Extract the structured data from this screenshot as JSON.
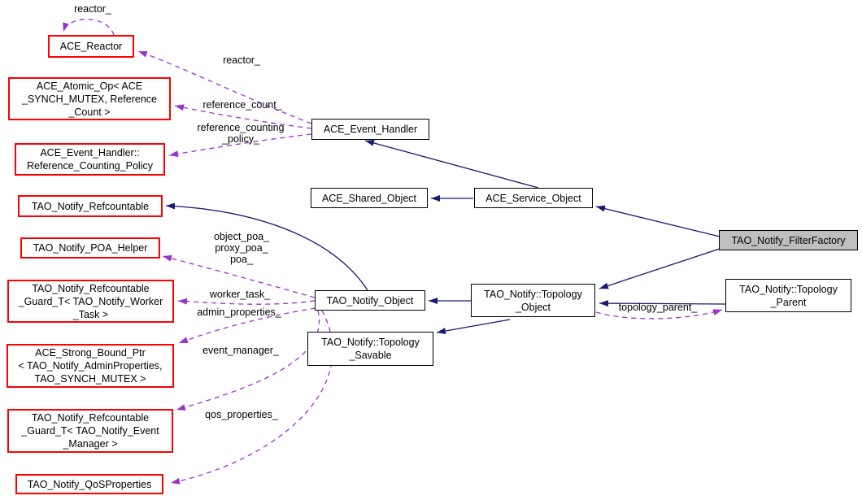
{
  "diagram": {
    "kind": "collaboration-graph",
    "focus_node": "TAO_Notify_FilterFactory"
  },
  "colors": {
    "inheritance-edge": "#191970",
    "usage-edge": "#9a32cd",
    "external-node-border": "#ff0000",
    "node-border": "#000000",
    "focus-node-fill": "#bfbfbf",
    "node-fill": "#ffffff",
    "background": "#ffffff",
    "text": "#000000"
  },
  "nodes": {
    "ace_reactor": {
      "label": "ACE_Reactor"
    },
    "ace_atomic_op": {
      "label": "ACE_Atomic_Op< ACE\n_SYNCH_MUTEX, Reference\n_Count >"
    },
    "ace_event_handler_policy": {
      "label": "ACE_Event_Handler::\nReference_Counting_Policy"
    },
    "tao_notify_refcountable": {
      "label": "TAO_Notify_Refcountable"
    },
    "tao_notify_poa_helper": {
      "label": "TAO_Notify_POA_Helper"
    },
    "worker_task_guard": {
      "label": "TAO_Notify_Refcountable\n_Guard_T< TAO_Notify_Worker\n_Task >"
    },
    "admin_properties_ptr": {
      "label": "ACE_Strong_Bound_Ptr\n< TAO_Notify_AdminProperties,\nTAO_SYNCH_MUTEX >"
    },
    "event_manager_guard": {
      "label": "TAO_Notify_Refcountable\n_Guard_T< TAO_Notify_Event\n_Manager >"
    },
    "tao_notify_qos_properties": {
      "label": "TAO_Notify_QoSProperties"
    },
    "ace_event_handler": {
      "label": "ACE_Event_Handler"
    },
    "ace_shared_object": {
      "label": "ACE_Shared_Object"
    },
    "ace_service_object": {
      "label": "ACE_Service_Object"
    },
    "tao_notify_filter_factory": {
      "label": "TAO_Notify_FilterFactory"
    },
    "tao_notify_object": {
      "label": "TAO_Notify_Object"
    },
    "topology_object": {
      "label": "TAO_Notify::Topology\n_Object"
    },
    "topology_savable": {
      "label": "TAO_Notify::Topology\n_Savable"
    },
    "topology_parent": {
      "label": "TAO_Notify::Topology\n_Parent"
    }
  },
  "edge_labels": {
    "reactor_self": "reactor_",
    "reactor": "reactor_",
    "reference_count": "reference_count_",
    "reference_counting_policy": "reference_counting\n_policy_",
    "object_poa": "object_poa_\nproxy_poa_\npoa_",
    "worker_task": "worker_task_",
    "admin_properties": "admin_properties_",
    "event_manager": "event_manager_",
    "qos_properties": "qos_properties_",
    "topology_parent": "topology_parent_"
  }
}
